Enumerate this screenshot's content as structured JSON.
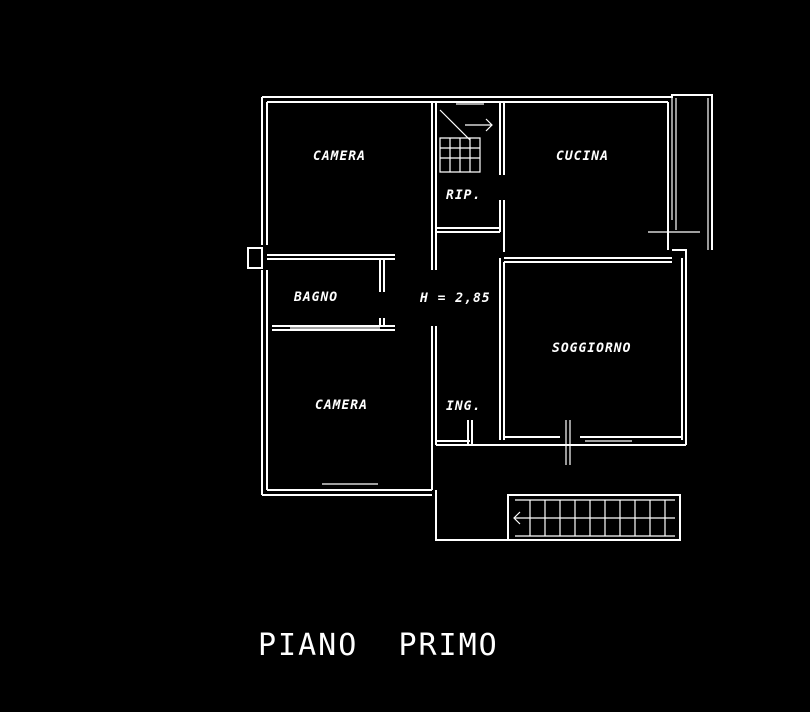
{
  "title": {
    "floor": "PIANO",
    "level": "PRIMO"
  },
  "rooms": {
    "camera_top": "CAMERA",
    "cucina": "CUCINA",
    "rip": "RIP.",
    "bagno": "BAGNO",
    "height": "H = 2,85",
    "soggiorno": "SOGGIORNO",
    "camera_bottom": "CAMERA",
    "ing": "ING."
  }
}
